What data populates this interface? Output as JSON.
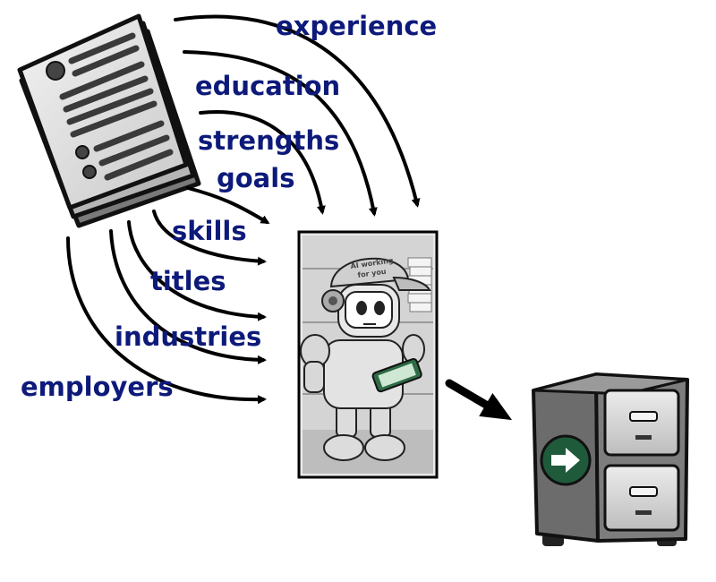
{
  "labels": {
    "experience": "experience",
    "education": "education",
    "strengths": "strengths",
    "goals": "goals",
    "skills": "skills",
    "titles": "titles",
    "industries": "industries",
    "employers": "employers"
  },
  "robot": {
    "cap_text_line1": "AI working",
    "cap_text_line2": "for you"
  },
  "colors": {
    "label": "#0d1a7a",
    "arrow": "#000000",
    "cabinet_button": "#1f5a3a"
  },
  "icons": [
    "resume-document-icon",
    "robot-worker-illustration",
    "filing-cabinet-icon",
    "arrow-right-icon"
  ]
}
